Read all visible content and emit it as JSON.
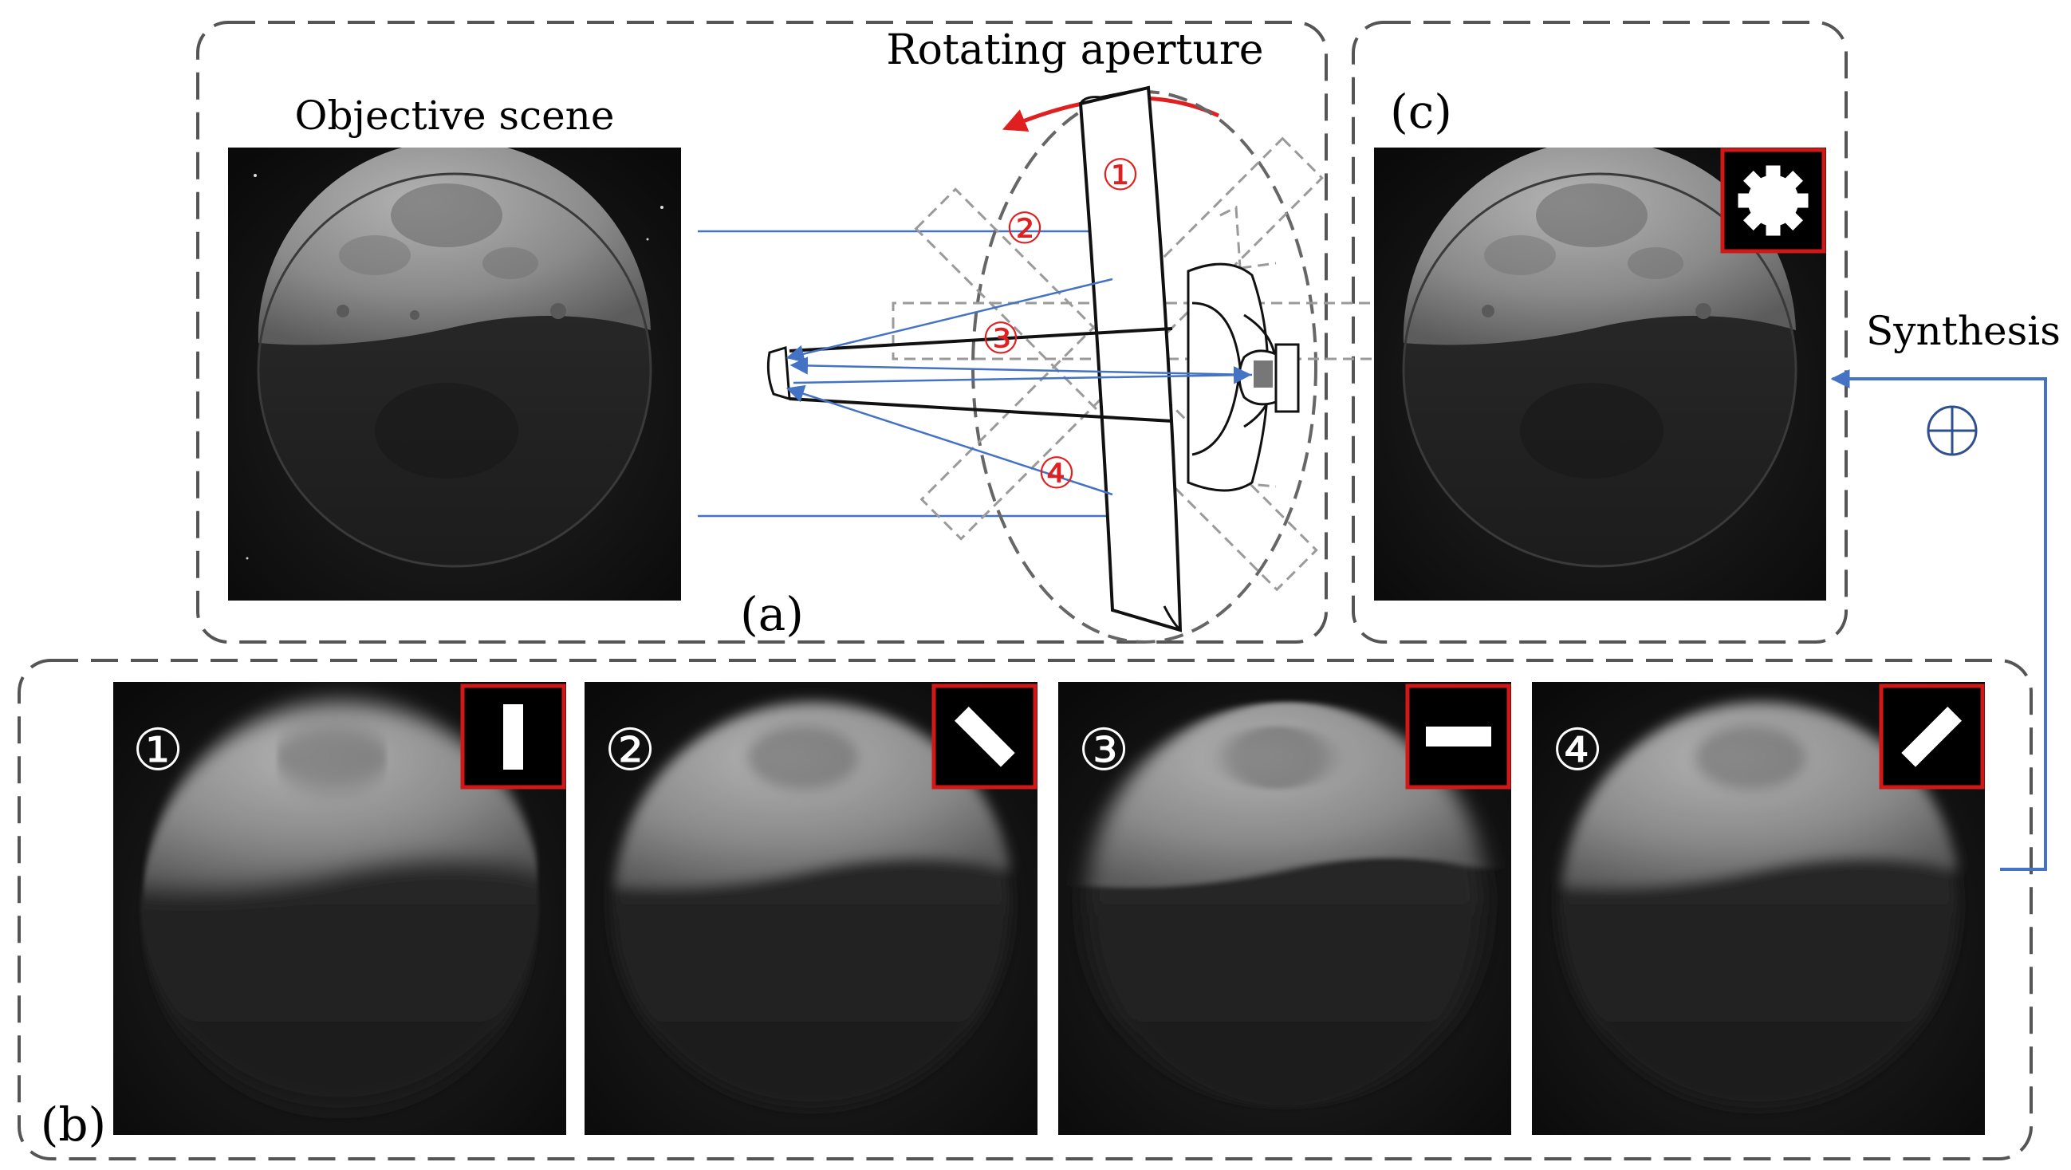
{
  "panels": {
    "a": {
      "label": "(a)",
      "title": "Objective scene",
      "aperture_label": "Rotating aperture",
      "positions": [
        "①",
        "②",
        "③",
        "④"
      ]
    },
    "b": {
      "label": "(b)",
      "images": [
        {
          "index": "①",
          "aperture": "vertical slit"
        },
        {
          "index": "②",
          "aperture": "diagonal slit (-45°)"
        },
        {
          "index": "③",
          "aperture": "horizontal slit"
        },
        {
          "index": "④",
          "aperture": "diagonal slit (+45°)"
        }
      ]
    },
    "c": {
      "label": "(c)",
      "aperture": "synthesized full aperture",
      "synthesis_label": "Synthesis",
      "synthesis_symbol": "⊕"
    }
  },
  "colors": {
    "box_border": "#555555",
    "ray": "#4472c4",
    "annotation_red": "#e02020",
    "inset_border": "#d01818"
  },
  "icons": [
    "rotation-arrow-icon",
    "aperture-inset-icon",
    "oplus-icon"
  ]
}
